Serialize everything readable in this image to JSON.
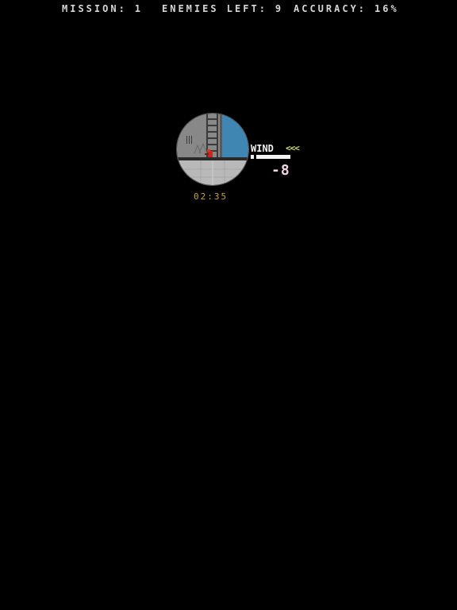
{
  "hud": {
    "mission_label": "MISSION:",
    "mission_value": "1",
    "enemies_label": "ENEMIES LEFT:",
    "enemies_value": "9",
    "accuracy_label": "ACCURACY:",
    "accuracy_value": "16%"
  },
  "wind": {
    "label": "WIND",
    "arrows": "<<<",
    "value": "-8",
    "strength_fraction": 0.85,
    "arrow_color": "#d8e070"
  },
  "timer": "02:35",
  "scope": {
    "sky_color": "#3f86b2",
    "wall_color": "#8a8a8a",
    "floor_color": "#b9b9b9",
    "enemy_color": "#c8261e",
    "icons": [
      "scope-icon",
      "ladder-icon",
      "enemy-icon"
    ]
  },
  "colors": {
    "background": "#000000",
    "hud_text": "#d6d6d6",
    "timer": "#c9a33f",
    "wind_value": "#f3d6e4"
  }
}
